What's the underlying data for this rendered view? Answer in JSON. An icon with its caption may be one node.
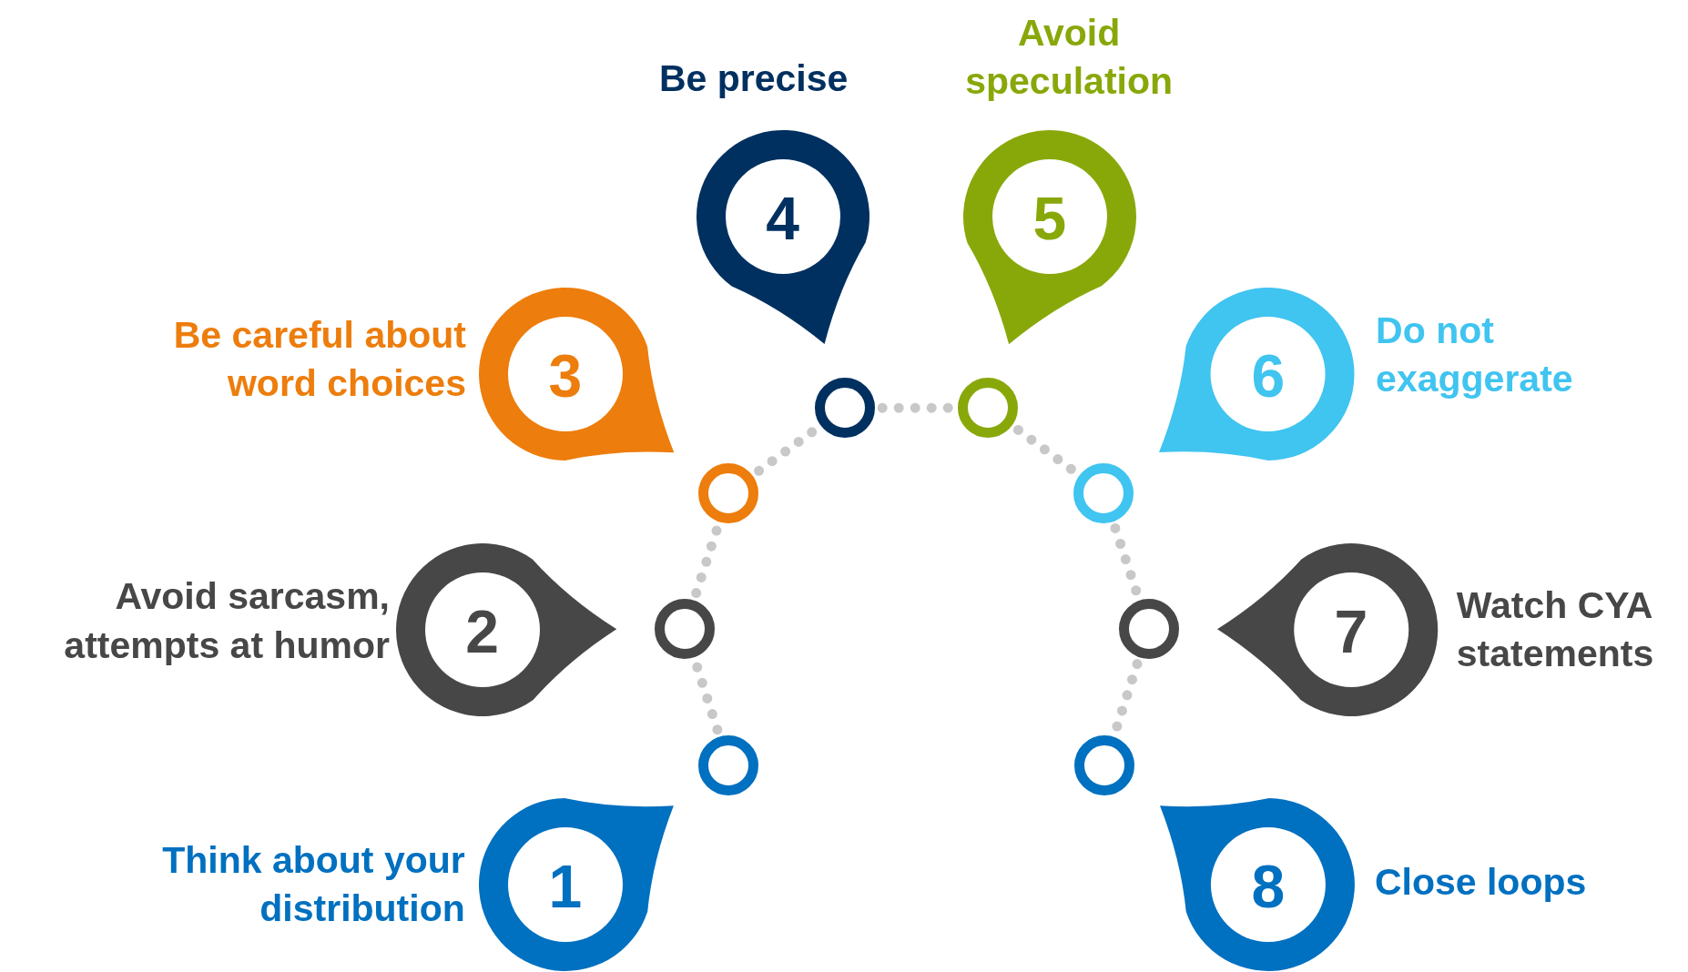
{
  "diagram": {
    "nodes": [
      {
        "text": [
          "1"
        ],
        "beside": [
          "Think about your distribution"
        ]
      },
      {
        "text": [
          "2"
        ],
        "beside": [
          "Avoid sarcasm, attempts at humor"
        ]
      },
      {
        "text": [
          "3"
        ],
        "beside": [
          "Be careful about word choices"
        ]
      },
      {
        "text": [
          "4"
        ],
        "beside": [
          "Be precise"
        ]
      },
      {
        "text": [
          "5"
        ],
        "beside": [
          "Avoid speculation"
        ]
      },
      {
        "text": [
          "6"
        ],
        "beside": [
          "Do not exaggerate"
        ]
      },
      {
        "text": [
          "7"
        ],
        "beside": [
          "Watch CYA statements"
        ]
      },
      {
        "text": [
          "8"
        ],
        "beside": [
          "Close loops"
        ]
      },
      {
        "text": [],
        "shape": "circle"
      },
      {
        "text": [],
        "shape": "circle"
      },
      {
        "text": [],
        "shape": "circle"
      },
      {
        "text": [],
        "shape": "circle"
      },
      {
        "text": [],
        "shape": "circle"
      },
      {
        "text": [],
        "shape": "circle"
      },
      {
        "text": [],
        "shape": "circle"
      },
      {
        "text": [],
        "shape": "circle"
      }
    ],
    "edges": [
      {
        "from": 8,
        "to": 9,
        "arrow": "none",
        "style": "dashed"
      },
      {
        "from": 9,
        "to": 10,
        "arrow": "none",
        "style": "dashed"
      },
      {
        "from": 10,
        "to": 11,
        "arrow": "none",
        "style": "dashed"
      },
      {
        "from": 11,
        "to": 12,
        "arrow": "none",
        "style": "dashed"
      },
      {
        "from": 12,
        "to": 13,
        "arrow": "none",
        "style": "dashed"
      },
      {
        "from": 13,
        "to": 14,
        "arrow": "none",
        "style": "dashed"
      },
      {
        "from": 14,
        "to": 15,
        "arrow": "none",
        "style": "dashed"
      }
    ]
  }
}
